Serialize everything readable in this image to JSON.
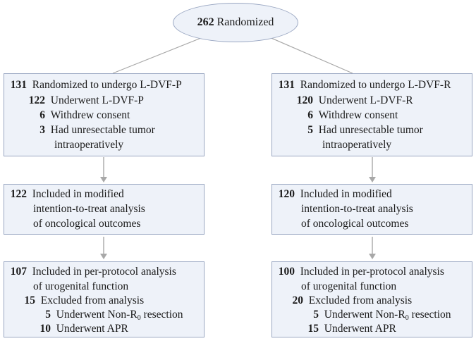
{
  "root": {
    "count": "262",
    "label": "Randomized"
  },
  "left": {
    "box1": {
      "count": "131",
      "label": "Randomized to undergo L-DVF-P",
      "items": [
        {
          "count": "122",
          "label": "Underwent L-DVF-P"
        },
        {
          "count": "6",
          "label": "Withdrew consent"
        },
        {
          "count": "3",
          "label": "Had unresectable tumor",
          "label2": "intraoperatively"
        }
      ]
    },
    "box2": {
      "count": "122",
      "line1": "Included in modified",
      "line2": "intention-to-treat analysis",
      "line3": "of oncological outcomes"
    },
    "box3": {
      "count": "107",
      "line1": "Included in per-protocol analysis",
      "line2": "of urogenital function",
      "excluded": {
        "count": "15",
        "label": "Excluded from analysis"
      },
      "sub": [
        {
          "count": "5",
          "label": "Underwent Non-R",
          "subscript": "0",
          "suffix": " resection"
        },
        {
          "count": "10",
          "label": "Underwent APR"
        }
      ]
    }
  },
  "right": {
    "box1": {
      "count": "131",
      "label": "Randomized to undergo L-DVF-R",
      "items": [
        {
          "count": "120",
          "label": "Underwent L-DVF-R"
        },
        {
          "count": "6",
          "label": "Withdrew consent"
        },
        {
          "count": "5",
          "label": "Had unresectable tumor",
          "label2": "intraoperatively"
        }
      ]
    },
    "box2": {
      "count": "120",
      "line1": "Included in modified",
      "line2": "intention-to-treat analysis",
      "line3": "of oncological outcomes"
    },
    "box3": {
      "count": "100",
      "line1": "Included in per-protocol analysis",
      "line2": "of urogenital function",
      "excluded": {
        "count": "20",
        "label": "Excluded from analysis"
      },
      "sub": [
        {
          "count": "5",
          "label": "Underwent Non-R",
          "subscript": "0",
          "suffix": " resection"
        },
        {
          "count": "15",
          "label": "Underwent APR"
        }
      ]
    }
  },
  "colors": {
    "box_fill": "#eef2f9",
    "box_border": "#9aa7c2",
    "connector": "#a8a8a8"
  }
}
